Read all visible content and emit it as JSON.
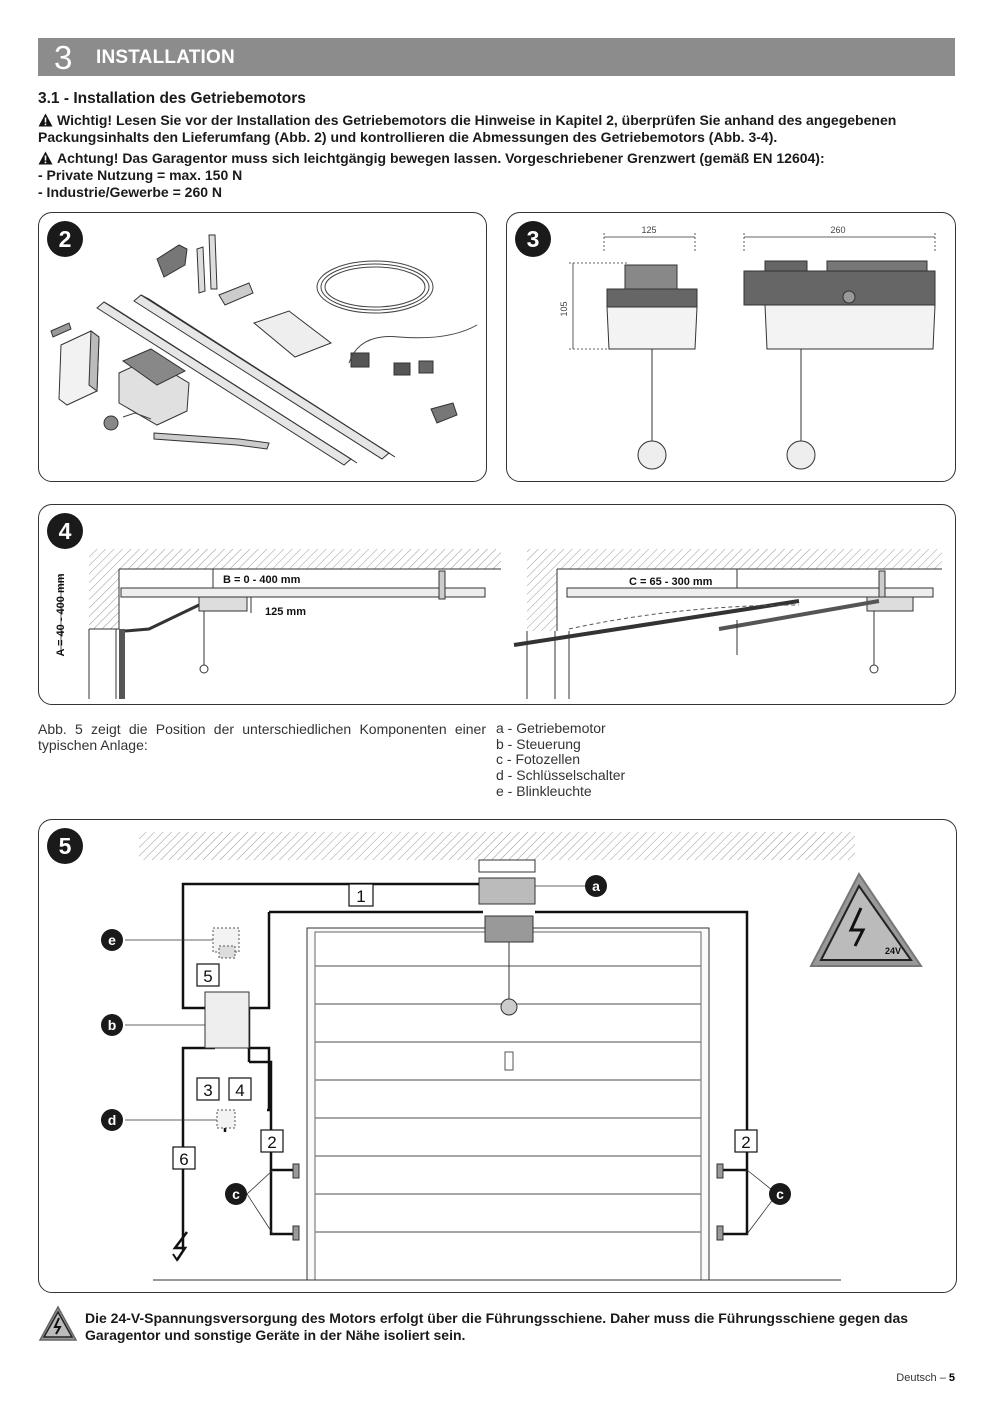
{
  "chapter": {
    "number": "3",
    "title": "INSTALLATION"
  },
  "section": {
    "heading": "3.1 - Installation des Getriebemotors",
    "note1": "Wichtig! Lesen Sie vor der Installation des Getriebemotors die Hinweise in Kapitel 2, überprüfen Sie anhand des angegebenen Packungsinhalts den Lieferumfang (Abb. 2) und kontrollieren die Abmessungen des Getriebemotors (Abb. 3-4).",
    "note2": "Achtung! Das Garagentor muss sich leichtgängig bewegen lassen. Vorgeschriebener Grenzwert (gemäß EN 12604):",
    "limit_private": "- Private Nutzung = max. 150 N",
    "limit_industry": "- Industrie/Gewerbe = 260 N"
  },
  "figures": {
    "fig2": {
      "badge": "2"
    },
    "fig3": {
      "badge": "3",
      "dim_width_small": "125",
      "dim_width_large": "260",
      "dim_height": "105"
    },
    "fig4": {
      "badge": "4",
      "dim_a": "A = 40 - 400 mm",
      "dim_b": "B = 0 - 400 mm",
      "dim_125": "125 mm",
      "dim_c": "C = 65 - 300 mm"
    },
    "fig5": {
      "badge": "5",
      "letters": [
        "a",
        "b",
        "c",
        "d",
        "e"
      ],
      "cable_numbers": [
        "1",
        "2",
        "3",
        "4",
        "5",
        "6"
      ],
      "voltage_label": "24V"
    }
  },
  "caption": "Abb. 5 zeigt die Position der unterschiedlichen Komponenten einer typischen Anlage:",
  "legend": [
    "a - Getriebemotor",
    "b - Steuerung",
    "c - Fotozellen",
    "d - Schlüsselschalter",
    "e - Blinkleuchte"
  ],
  "bottom_note": "Die 24-V-Spannungsversorgung des Motors erfolgt über die Führungsschiene. Daher muss die Führungsschiene gegen das Garagentor und sonstige Geräte in der Nähe isoliert sein.",
  "footer": {
    "language": "Deutsch – ",
    "page": "5"
  }
}
